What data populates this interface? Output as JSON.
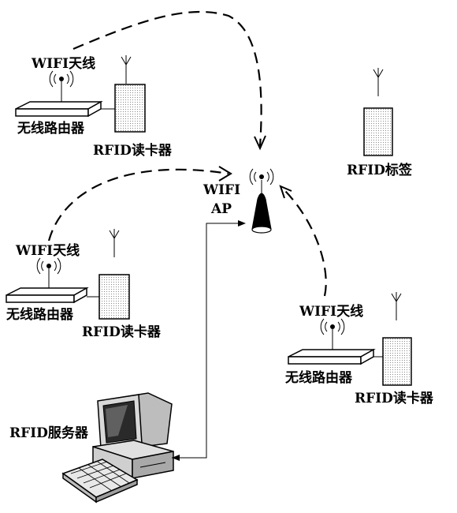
{
  "nodes": {
    "wifi_antenna_label": "WIFI天线",
    "router_label": "无线路由器",
    "rfid_reader_label": "RFID读卡器",
    "rfid_tag_label": "RFID标签",
    "wifi_ap_label_line1": "WIFI",
    "wifi_ap_label_line2": "AP",
    "rfid_server_label": "RFID服务器"
  },
  "colors": {
    "line": "#000000",
    "reader_fill": "#e4e4e4",
    "background": "#ffffff"
  }
}
